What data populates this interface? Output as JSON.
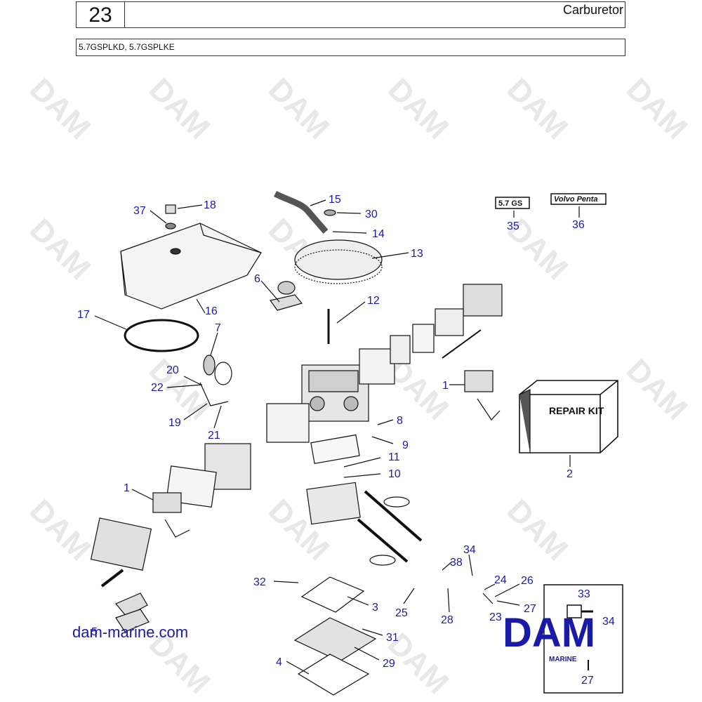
{
  "header": {
    "page_number": "23",
    "title": "Carburetor",
    "models": "5.7GSPLKD, 5.7GSPLKE"
  },
  "diagram": {
    "callouts": [
      "1",
      "1",
      "2",
      "3",
      "4",
      "5",
      "6",
      "7",
      "8",
      "9",
      "10",
      "11",
      "12",
      "13",
      "14",
      "15",
      "16",
      "17",
      "18",
      "19",
      "20",
      "21",
      "22",
      "23",
      "24",
      "25",
      "26",
      "27",
      "27",
      "28",
      "29",
      "30",
      "31",
      "32",
      "33",
      "34",
      "34",
      "35",
      "36",
      "37",
      "38"
    ],
    "repair_kit_label": "REPAIR KIT",
    "badge_57gs": "5.7 GS",
    "badge_volvo": "Volvo Penta",
    "watermark": "DAM"
  },
  "footer": {
    "website": "dam-marine.com",
    "logo_text": "DAM",
    "logo_subtext": "MARINE"
  },
  "colors": {
    "callout": "#1a1aa8",
    "line": "#111111",
    "watermark": "#d6d6d6"
  }
}
